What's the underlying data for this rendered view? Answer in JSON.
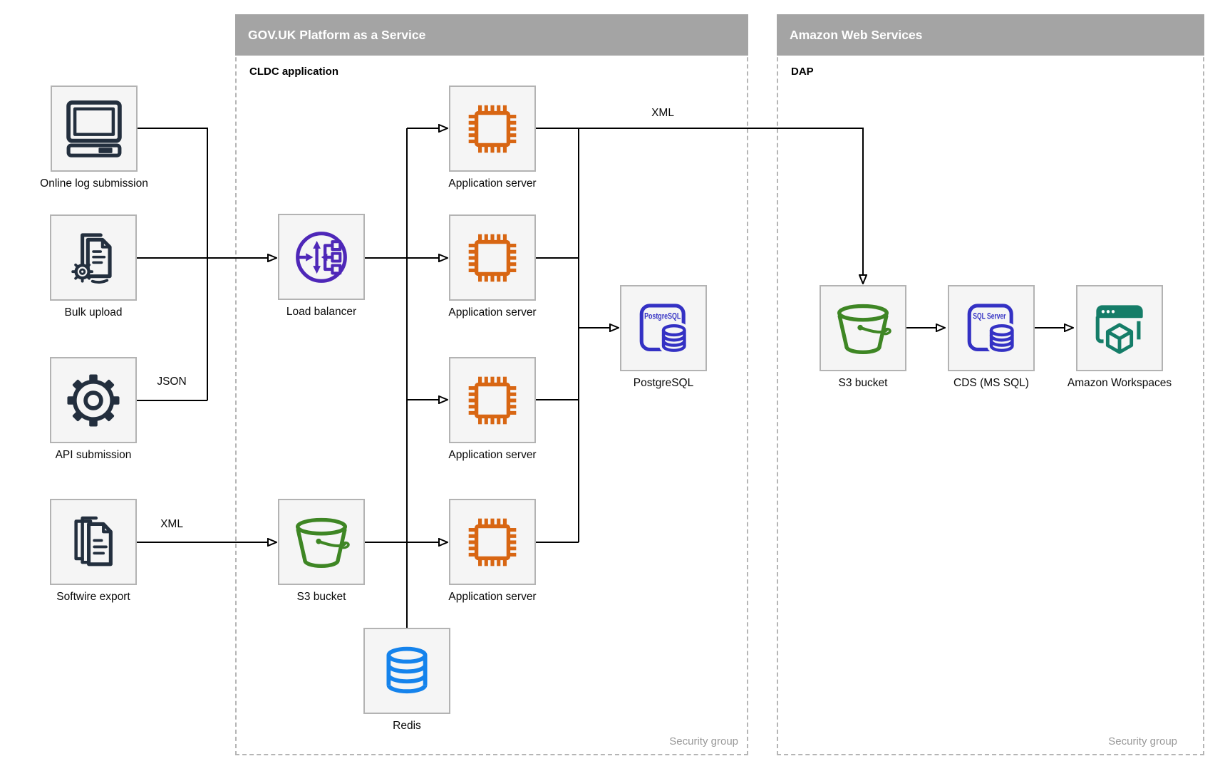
{
  "containers": {
    "paas": {
      "title": "GOV.UK Platform as a Service",
      "label": "CLDC application",
      "footer": "Security group"
    },
    "aws": {
      "title": "Amazon Web Services",
      "label": "DAP",
      "footer": "Security group"
    }
  },
  "nodes": [
    {
      "id": "online-log-submission",
      "label": "Online log submission",
      "icon": "desktop-computer-icon"
    },
    {
      "id": "bulk-upload",
      "label": "Bulk upload",
      "icon": "document-gear-icon"
    },
    {
      "id": "api-submission",
      "label": "API submission",
      "icon": "gear-icon"
    },
    {
      "id": "softwire-export",
      "label": "Softwire export",
      "icon": "documents-stack-icon"
    },
    {
      "id": "load-balancer",
      "label": "Load balancer",
      "icon": "load-balancer-icon"
    },
    {
      "id": "s3-bucket-paas",
      "label": "S3 bucket",
      "icon": "s3-bucket-icon"
    },
    {
      "id": "app-server-1",
      "label": "Application server",
      "icon": "chip-icon"
    },
    {
      "id": "app-server-2",
      "label": "Application server",
      "icon": "chip-icon"
    },
    {
      "id": "app-server-3",
      "label": "Application server",
      "icon": "chip-icon"
    },
    {
      "id": "app-server-4",
      "label": "Application server",
      "icon": "chip-icon"
    },
    {
      "id": "postgresql",
      "label": "PostgreSQL",
      "icon": "postgresql-database-icon",
      "badge": "PostgreSQL"
    },
    {
      "id": "redis",
      "label": "Redis",
      "icon": "database-cylinder-icon"
    },
    {
      "id": "s3-bucket-aws",
      "label": "S3 bucket",
      "icon": "s3-bucket-icon"
    },
    {
      "id": "cds-mssql",
      "label": "CDS (MS SQL)",
      "icon": "sql-server-database-icon",
      "badge": "SQL Server"
    },
    {
      "id": "amazon-workspaces",
      "label": "Amazon Workspaces",
      "icon": "workspaces-icon"
    }
  ],
  "edge_labels": {
    "api_to_platform": "JSON",
    "softwire_to_s3": "XML",
    "app_to_aws": "XML"
  },
  "colors": {
    "navy": "#232f3e",
    "purple": "#4e27b8",
    "orange": "#d86613",
    "indigo": "#3431c4",
    "green": "#3e8624",
    "blue": "#1583ec",
    "teal": "#157d68",
    "bar_gray": "#a4a4a4",
    "border_gray": "#b5b5b5",
    "label_gray": "#999999",
    "box_fill": "#f5f5f5",
    "line_black": "#000000"
  }
}
